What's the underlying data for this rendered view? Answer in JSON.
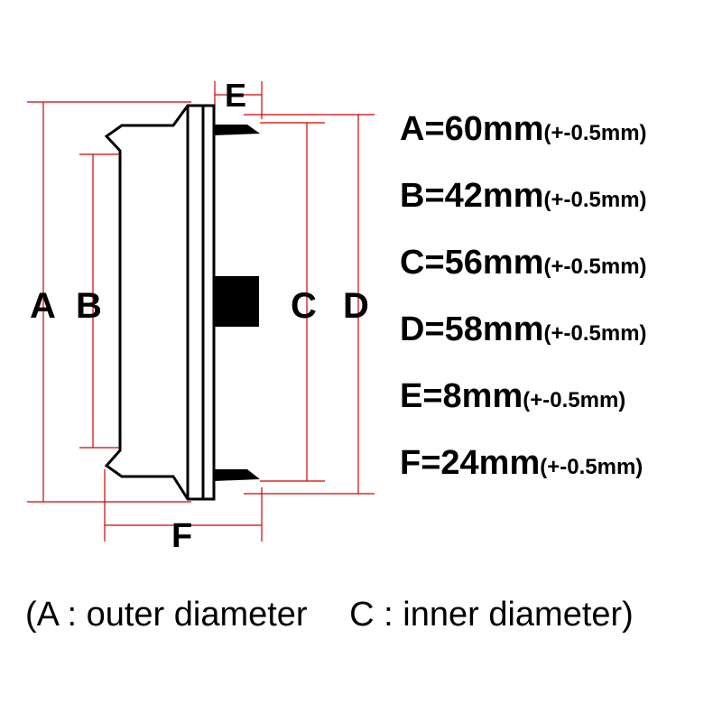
{
  "diagram": {
    "dimension_labels": {
      "A": "A",
      "B": "B",
      "C": "C",
      "D": "D",
      "E": "E",
      "F": "F"
    },
    "specs": [
      {
        "main": "A=60mm",
        "tolerance": "(+-0.5mm)"
      },
      {
        "main": "B=42mm",
        "tolerance": "(+-0.5mm)"
      },
      {
        "main": "C=56mm",
        "tolerance": "(+-0.5mm)"
      },
      {
        "main": "D=58mm",
        "tolerance": "(+-0.5mm)"
      },
      {
        "main": "E=8mm",
        "tolerance": "(+-0.5mm)"
      },
      {
        "main": "F=24mm",
        "tolerance": "(+-0.5mm)"
      }
    ],
    "caption": {
      "part1": "(A : outer diameter",
      "part2": "C : inner diameter)"
    },
    "colors": {
      "dimension_line": "#d40000",
      "outline": "#000000"
    }
  }
}
